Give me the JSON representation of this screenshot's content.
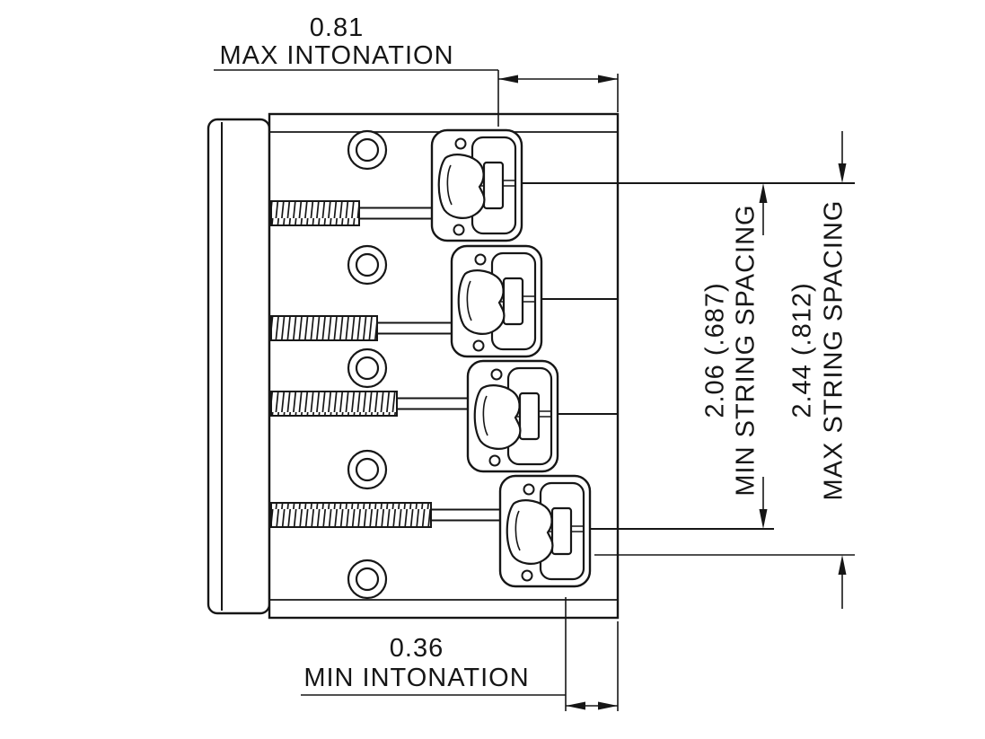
{
  "page": {
    "background": "#ffffff",
    "line_color": "#161616",
    "description": "Bass bridge technical dimension drawing"
  },
  "dims": {
    "max_intonation": {
      "value": "0.81",
      "label": "MAX INTONATION"
    },
    "min_intonation": {
      "value": "0.36",
      "label": "MIN INTONATION"
    },
    "min_string_spacing": {
      "value": "2.06 (.687)",
      "label": "MIN STRING SPACING"
    },
    "max_string_spacing": {
      "value": "2.44 (.812)",
      "label": "MAX STRING SPACING"
    }
  }
}
